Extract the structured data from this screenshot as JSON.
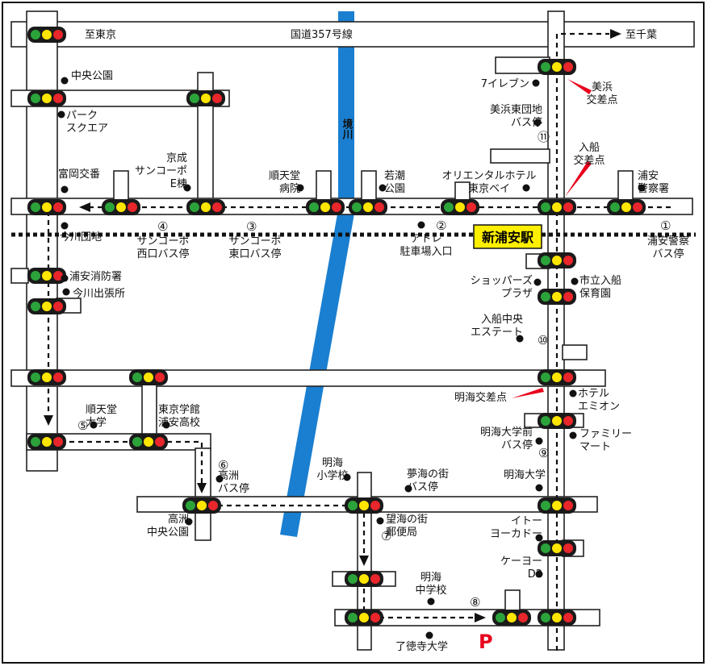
{
  "map": {
    "directions": {
      "west": "至東京",
      "east": "至千葉"
    },
    "route_name": "国道357号線",
    "river": "境川",
    "station": "新浦安駅",
    "intersections": {
      "mihama": "美浜\n交差点",
      "irifune": "入船\n交差点",
      "meikai": "明海交差点"
    },
    "landmarks": [
      {
        "id": "chuo-koen",
        "text": "中央公園"
      },
      {
        "id": "park-square",
        "text": "パーク\nスクエア"
      },
      {
        "id": "tomioka-koban",
        "text": "富岡交番"
      },
      {
        "id": "imagawa-danchi",
        "text": "今川団地"
      },
      {
        "id": "keisei-sancopo",
        "text": "京成\nサンコーポ\nE棟"
      },
      {
        "id": "juntendo-hospital",
        "text": "順天堂\n病院"
      },
      {
        "id": "wakashio-koen",
        "text": "若潮\n公園"
      },
      {
        "id": "oriental-hotel",
        "text": "オリエンタルホテル\n東京ベイ"
      },
      {
        "id": "urayasu-police",
        "text": "浦安\n警察署"
      },
      {
        "id": "seven-eleven",
        "text": "7イレブン"
      },
      {
        "id": "mihama-higashi-danchi",
        "text": "美浜東団地\nバス停"
      },
      {
        "id": "atre-parking",
        "text": "アトレ\n駐車場入口"
      },
      {
        "id": "urayasu-fire",
        "text": "浦安消防署"
      },
      {
        "id": "imagawa-office",
        "text": "今川出張所"
      },
      {
        "id": "shoppers-plaza",
        "text": "ショッパーズ\nプラザ"
      },
      {
        "id": "irifune-nursery",
        "text": "市立入船\n保育園"
      },
      {
        "id": "irifune-chuo-estate",
        "text": "入船中央\nエステート"
      },
      {
        "id": "hotel-emion",
        "text": "ホテル\nエミオン"
      },
      {
        "id": "juntendo-univ",
        "text": "順天堂\n大学"
      },
      {
        "id": "tokyo-gakkan",
        "text": "東京学館\n浦安高校"
      },
      {
        "id": "meikai-univ-bus",
        "text": "明海大学前\nバス停"
      },
      {
        "id": "family-mart",
        "text": "ファミリー\nマート"
      },
      {
        "id": "meikai-elementary",
        "text": "明海\n小学校"
      },
      {
        "id": "yumenomachi-bus",
        "text": "夢海の街\nバス停"
      },
      {
        "id": "meikai-univ",
        "text": "明海大学"
      },
      {
        "id": "takasu-bus",
        "text": "高洲\nバス停"
      },
      {
        "id": "takasu-chuo-koen",
        "text": "高洲\n中央公園"
      },
      {
        "id": "boukai-post",
        "text": "望海の街\n郵便局"
      },
      {
        "id": "ito-yokado",
        "text": "イトー\nヨーカドー"
      },
      {
        "id": "k-yo-d2",
        "text": "ケーヨー\nD2"
      },
      {
        "id": "meikai-junior",
        "text": "明海\n中学校"
      },
      {
        "id": "ryotokuji-univ",
        "text": "了徳寺大学"
      }
    ],
    "bus_stops": [
      {
        "num": "①",
        "text": "浦安警察\nバス停"
      },
      {
        "num": "②",
        "text": ""
      },
      {
        "num": "③",
        "text": "サンコーポ\n東口バス停"
      },
      {
        "num": "④",
        "text": "サンコーポ\n西口バス停"
      },
      {
        "num": "⑤",
        "text": ""
      },
      {
        "num": "⑥",
        "text": ""
      },
      {
        "num": "⑦",
        "text": ""
      },
      {
        "num": "⑧",
        "text": ""
      },
      {
        "num": "⑨",
        "text": ""
      },
      {
        "num": "⑩",
        "text": ""
      },
      {
        "num": "⑪",
        "text": ""
      }
    ],
    "parking_symbol": "P",
    "colors": {
      "river": "#1a7fd0",
      "station_box": "#ffef00",
      "signal_red": "#e8262b",
      "signal_yellow": "#ffe600",
      "signal_green": "#2ca33a",
      "pointer": "#e8001c"
    }
  }
}
